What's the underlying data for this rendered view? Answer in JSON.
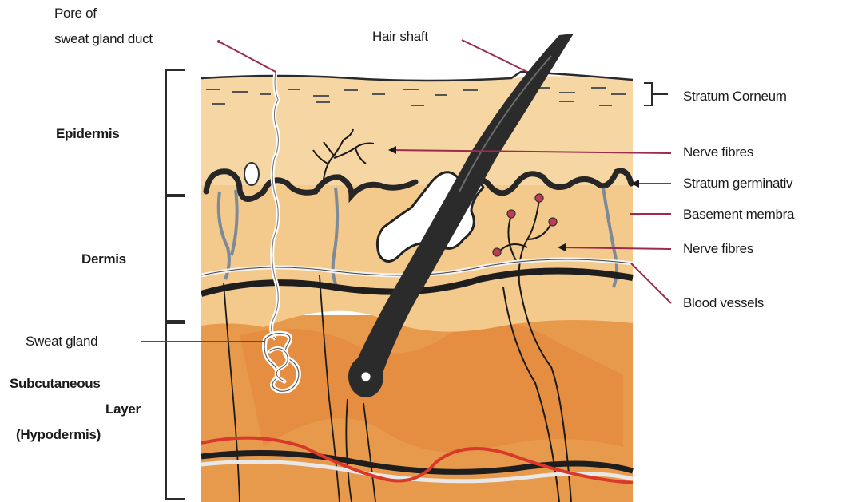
{
  "labels": {
    "pore_line1": "Pore of",
    "pore_line2": "sweat gland duct",
    "hair_shaft": "Hair shaft",
    "stratum_corneum": "Stratum Corneum",
    "nerve_fibres_upper": "Nerve fibres",
    "stratum_germinativum": "Stratum germinativ",
    "basement_membrane": "Basement membra",
    "nerve_fibres_lower": "Nerve fibres",
    "blood_vessels": "Blood vessels",
    "sweat_gland": "Sweat gland"
  },
  "layers": {
    "epidermis": "Epidermis",
    "dermis": "Dermis",
    "subcutaneous_line1": "Subcutaneous",
    "subcutaneous_line2": "Layer",
    "subcutaneous_line3": "(Hypodermis)"
  },
  "colors": {
    "epidermis": "#f6d7a4",
    "dermis": "#f3c98c",
    "subcutaneous": "#e89a4c",
    "leader_line": "#9b2b4f",
    "blood_vessel_red": "#d8392a",
    "outline": "#1c1c1c"
  }
}
